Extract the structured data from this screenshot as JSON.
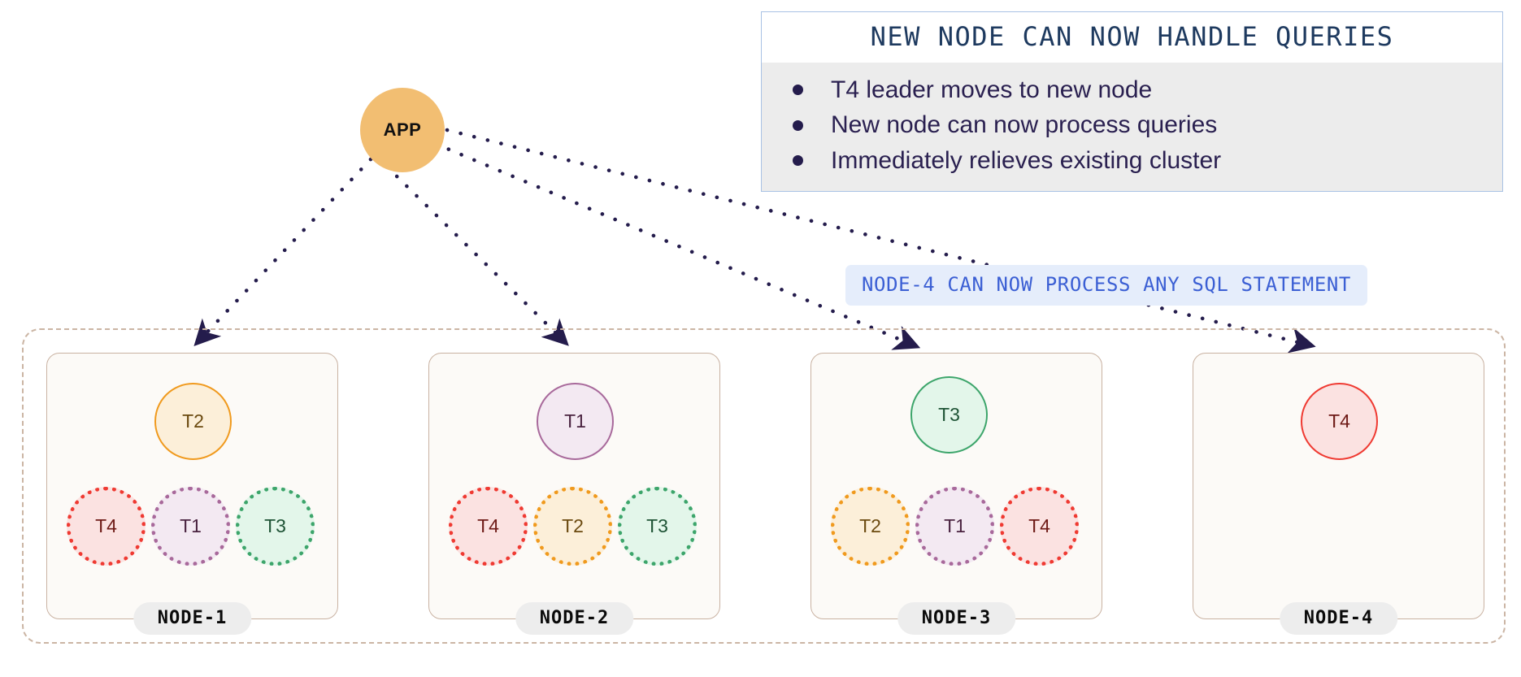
{
  "diagram": {
    "title_panel": {
      "title": "NEW NODE CAN NOW HANDLE QUERIES",
      "bullets": [
        "T4 leader moves to new node",
        "New node can now process queries",
        "Immediately relieves existing cluster"
      ],
      "border_color": "#A9C2E4",
      "title_color": "#1E3A5F",
      "body_bg": "#ECECEC",
      "bullet_color": "#2A2050"
    },
    "callout": {
      "text": "NODE-4 CAN NOW PROCESS ANY SQL STATEMENT",
      "bg": "#E5EDFB",
      "color": "#3B5FD4"
    },
    "client": {
      "label": "APP",
      "fill": "#F2BE72"
    },
    "cluster": {
      "border_color": "#CBB5A4"
    },
    "colors": {
      "T1": {
        "border": "#A8699B",
        "fill": "#F3E9F2",
        "text": "#4A2340"
      },
      "T2": {
        "border": "#F09A1E",
        "fill": "#FCEFD9",
        "text": "#6B4A10"
      },
      "T3": {
        "border": "#3DA56B",
        "fill": "#E3F6EA",
        "text": "#1E5335"
      },
      "T4": {
        "border": "#EF3A32",
        "fill": "#FBE2E1",
        "text": "#6E1A16"
      }
    },
    "nodes": [
      {
        "label": "NODE-1",
        "leader": "T2",
        "followers": [
          "T4",
          "T1",
          "T3"
        ]
      },
      {
        "label": "NODE-2",
        "leader": "T1",
        "followers": [
          "T4",
          "T2",
          "T3"
        ]
      },
      {
        "label": "NODE-3",
        "leader": "T3",
        "followers": [
          "T2",
          "T1",
          "T4"
        ]
      },
      {
        "label": "NODE-4",
        "leader": "T4",
        "followers": []
      }
    ],
    "edges": {
      "style": "dotted",
      "color": "#241C4C",
      "from": "APP",
      "to": [
        "NODE-1",
        "NODE-2",
        "NODE-3",
        "NODE-4"
      ]
    }
  }
}
